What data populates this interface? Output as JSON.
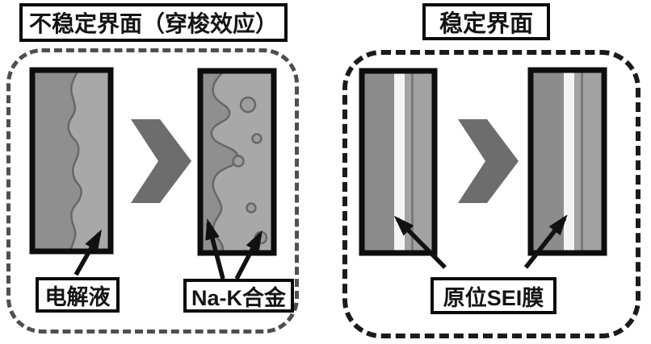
{
  "panels": {
    "left": {
      "title": "不稳定界面（穿梭效应）",
      "electrolyte_label": "电解液",
      "nak_alloy_label": "Na-K合金"
    },
    "right": {
      "title": "稳定界面",
      "sei_film_label": "原位SEI膜"
    }
  },
  "icons": {
    "process_arrow": "chevron-right",
    "annotation_arrow": "black-pointer-arrow"
  },
  "colors": {
    "electrode_dark_gray": "#8f8f8f",
    "electrolyte_light_gray": "#a8a8a8",
    "sei_film_white": "#f4f4f4",
    "chevron_gray": "#6d6d6d",
    "outline_black": "#0d0d0d",
    "dashed_border_left": "#4f4f4f",
    "dashed_border_right": "#1b1b1b"
  }
}
